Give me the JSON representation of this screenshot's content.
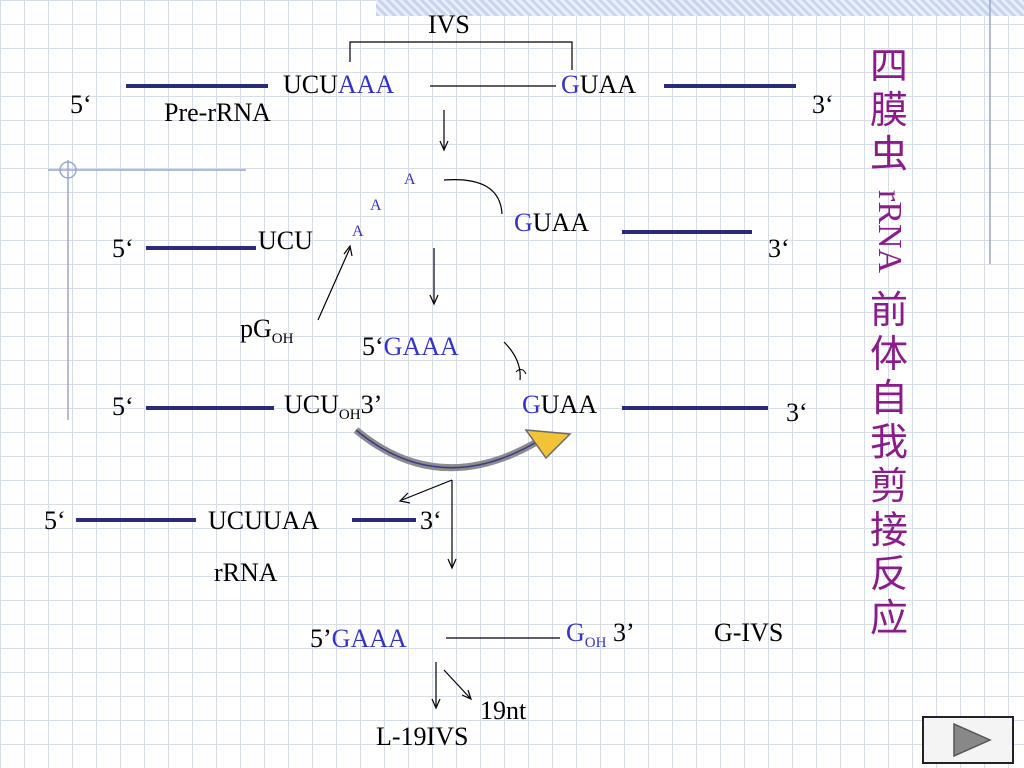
{
  "title": {
    "part1": "四膜虫",
    "part2": "rRNA",
    "part3": "前体自我剪接反应"
  },
  "labels": {
    "ivs": "IVS",
    "pre_rrna": "Pre-rRNA",
    "five_prime": "5‘",
    "five_prime_b": "5’",
    "three_prime": "3‘",
    "three_prime_b": "3’",
    "ucu": "UCU",
    "aaa": "AAA",
    "g": "G",
    "uaa": "UAA",
    "a": "A",
    "pg": "pG",
    "oh": "OH",
    "gaaa": "GAAA",
    "ucuuaa": "UCUUAA",
    "rrna": "rRNA",
    "g_ivs": "G-IVS",
    "nt19": "19nt",
    "l19ivs": "L-19IVS"
  }
}
